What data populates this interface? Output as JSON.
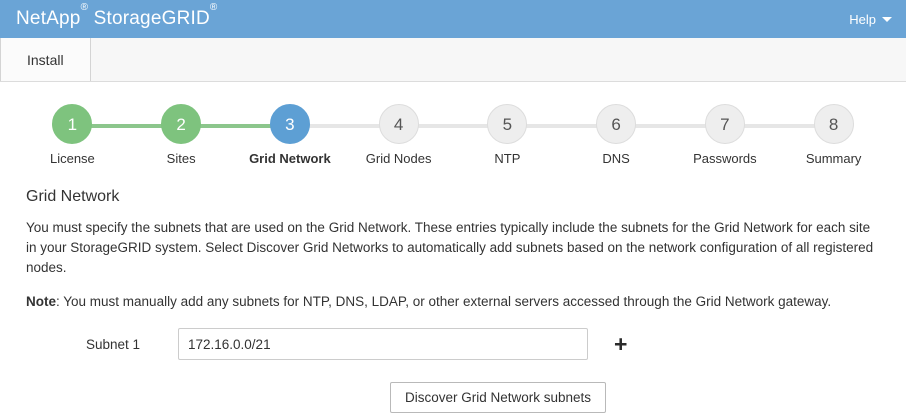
{
  "banner": {
    "brand": "NetApp",
    "product": "StorageGRID",
    "reg_mark": "®",
    "help_label": "Help",
    "background_color": "#6aa4d6"
  },
  "tabs": [
    {
      "label": "Install",
      "active": true
    }
  ],
  "wizard": {
    "steps": [
      {
        "number": "1",
        "label": "License",
        "state": "done"
      },
      {
        "number": "2",
        "label": "Sites",
        "state": "done"
      },
      {
        "number": "3",
        "label": "Grid Network",
        "state": "current"
      },
      {
        "number": "4",
        "label": "Grid Nodes",
        "state": "todo"
      },
      {
        "number": "5",
        "label": "NTP",
        "state": "todo"
      },
      {
        "number": "6",
        "label": "DNS",
        "state": "todo"
      },
      {
        "number": "7",
        "label": "Passwords",
        "state": "todo"
      },
      {
        "number": "8",
        "label": "Summary",
        "state": "todo"
      }
    ],
    "colors": {
      "done": "#7ec37e",
      "current": "#5d9fd4",
      "todo": "#eeeeee"
    }
  },
  "main": {
    "section_title": "Grid Network",
    "paragraph": "You must specify the subnets that are used on the Grid Network. These entries typically include the subnets for the Grid Network for each site in your StorageGRID system. Select Discover Grid Networks to automatically add subnets based on the network configuration of all registered nodes.",
    "note_label": "Note",
    "note_text": ": You must manually add any subnets for NTP, DNS, LDAP, or other external servers accessed through the Grid Network gateway.",
    "form": {
      "subnet_label": "Subnet 1",
      "subnet_value": "172.16.0.0/21",
      "subnet_placeholder": "",
      "add_icon": "+"
    },
    "discover_button": "Discover Grid Network subnets"
  }
}
